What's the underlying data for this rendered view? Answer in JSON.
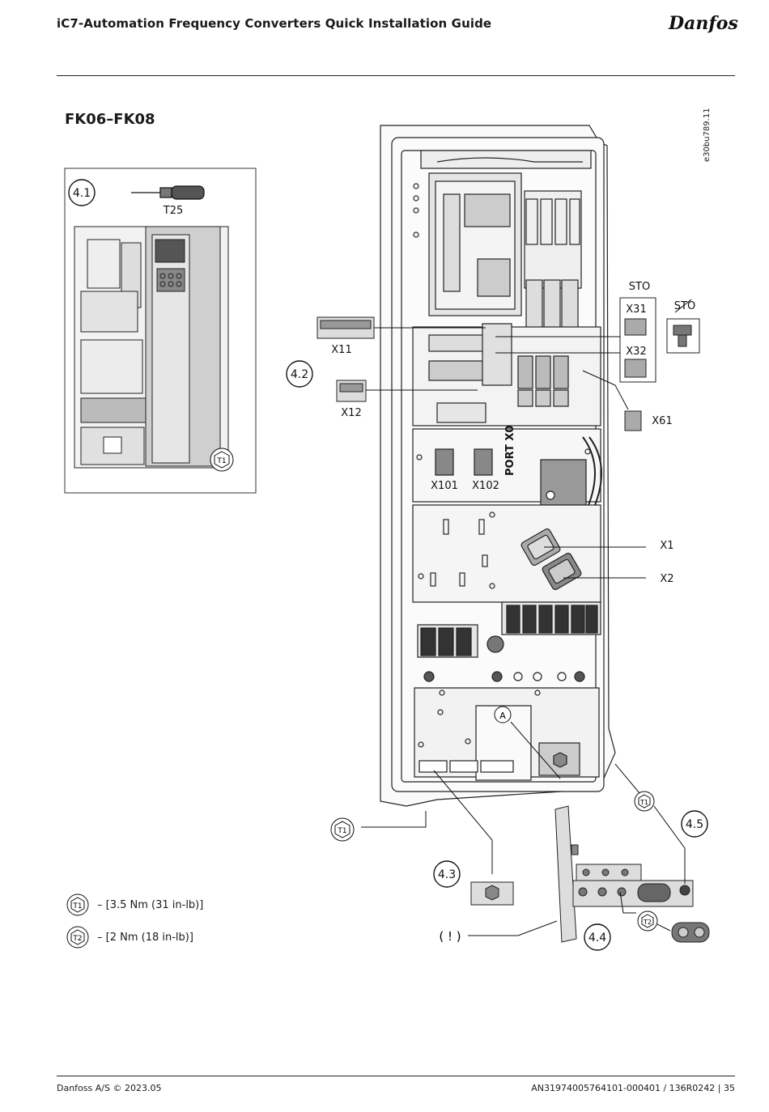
{
  "header": {
    "title": "iC7-Automation Frequency Converters Quick Installation Guide",
    "logo_text": "Danfoss"
  },
  "section_title": "FK06–FK08",
  "doc_code": "e30bu789.11",
  "figure": {
    "steps": {
      "s41": "4.1",
      "s42": "4.2",
      "s43": "4.3",
      "s44": "4.4",
      "s45": "4.5"
    },
    "tool": "T25",
    "sto": "STO",
    "labels": {
      "x11": "X11",
      "x12": "X12",
      "x31": "X31",
      "x32": "X32",
      "x61": "X61",
      "x101": "X101",
      "x102": "X102",
      "port_x0": "PORT X0",
      "x1": "X1",
      "x2": "X2",
      "a": "A",
      "caution": "( ! )",
      "t1": "T1",
      "t2": "T2"
    }
  },
  "legend": [
    {
      "symbol": "T1",
      "text": "– [3.5 Nm (31 in-lb)]"
    },
    {
      "symbol": "T2",
      "text": "– [2 Nm (18 in-lb)]"
    }
  ],
  "footer": {
    "left": "Danfoss A/S © 2023.05",
    "right": "AN31974005764101-000401 / 136R0242 | 35"
  }
}
